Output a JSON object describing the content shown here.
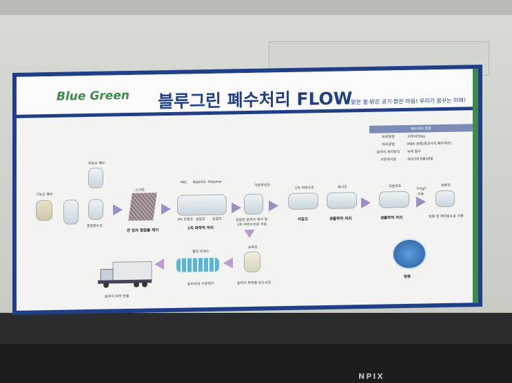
{
  "poster": {
    "logo": "Blue Green",
    "title": "블루그린 폐수처리 FLOW",
    "slogan": "맑은 물·맑은 공기·맑은 마음! 우리가 꿈꾸는 미래!"
  },
  "info": {
    "header": "폐수처리 현황",
    "rows": [
      {
        "k": "처리용량",
        "v": "100㎥/Day"
      },
      {
        "k": "처리공법",
        "v": "MBR 공법(중공사막 폐수처리)"
      },
      {
        "k": "슬러지 처리방식",
        "v": "농축 탈수"
      },
      {
        "k": "가동개시일",
        "v": "2023년 8월18일"
      }
    ]
  },
  "flow": {
    "high": "고농도 폐수",
    "low": "저농도 폐수",
    "mix": "혼합원수조",
    "screen": "스크린",
    "screen_cap": "큰 입자 협잡물 제거",
    "pac": "PAC",
    "naalo2": "NaAlO2",
    "polymer": "Polymer",
    "ph": "PH 조정조",
    "coag": "응집조",
    "floc": "응결조",
    "chem_cap": "1차 화학적 처리",
    "daf": "가압부상조",
    "daf_cap1": "응집된 슬러지 제거 및",
    "daf_cap2": "1차 처리수조로 이송",
    "t1": "1차 처리수조",
    "t1_cap": "저장조",
    "aer": "폭기조",
    "aer_cap": "생물학적 처리",
    "mbr": "막분리조",
    "mbr_cap": "생물학적 처리",
    "transfer1": "7mg/l",
    "transfer2": "이송",
    "out": "방류조",
    "out_cap": "방류 및 재이용수로 사용",
    "discharge": "방류",
    "thick": "농축조",
    "thick_cap": "슬러지 부피를 감소시킴",
    "press": "필터 프레스",
    "press_cap": "슬러지내 수분제거",
    "truck_cap": "슬러지 외부 반출"
  },
  "floor_brand": "NPIX"
}
